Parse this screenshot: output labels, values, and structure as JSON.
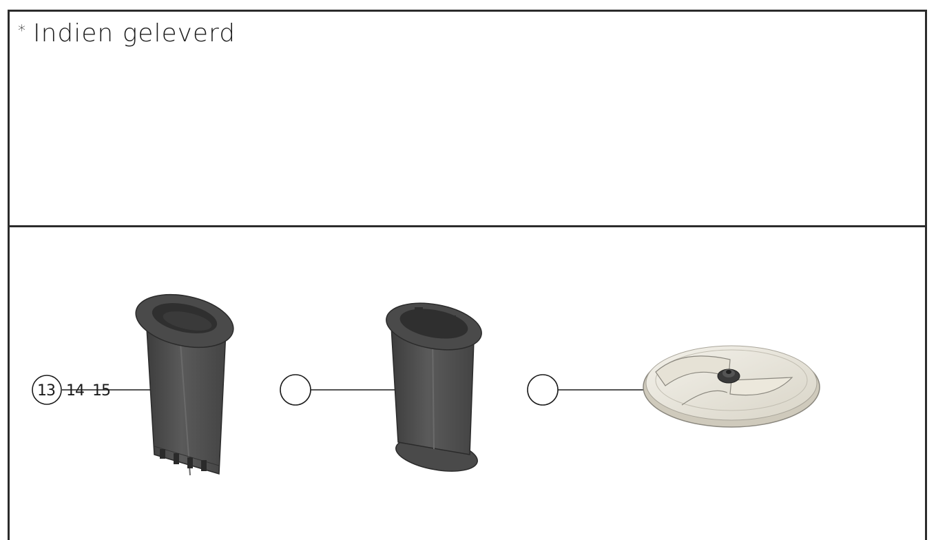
{
  "note": {
    "star": "*",
    "text": "Indien geleverd"
  },
  "callouts": {
    "item1": {
      "circled": "13",
      "others": [
        "14",
        "15"
      ]
    },
    "item2": {
      "circled": ""
    },
    "item3": {
      "circled": ""
    }
  },
  "parts": {
    "pusher_1": "food-pusher-icon",
    "pusher_2": "pusher-sleeve-icon",
    "disc": "slicing-disc-icon"
  }
}
